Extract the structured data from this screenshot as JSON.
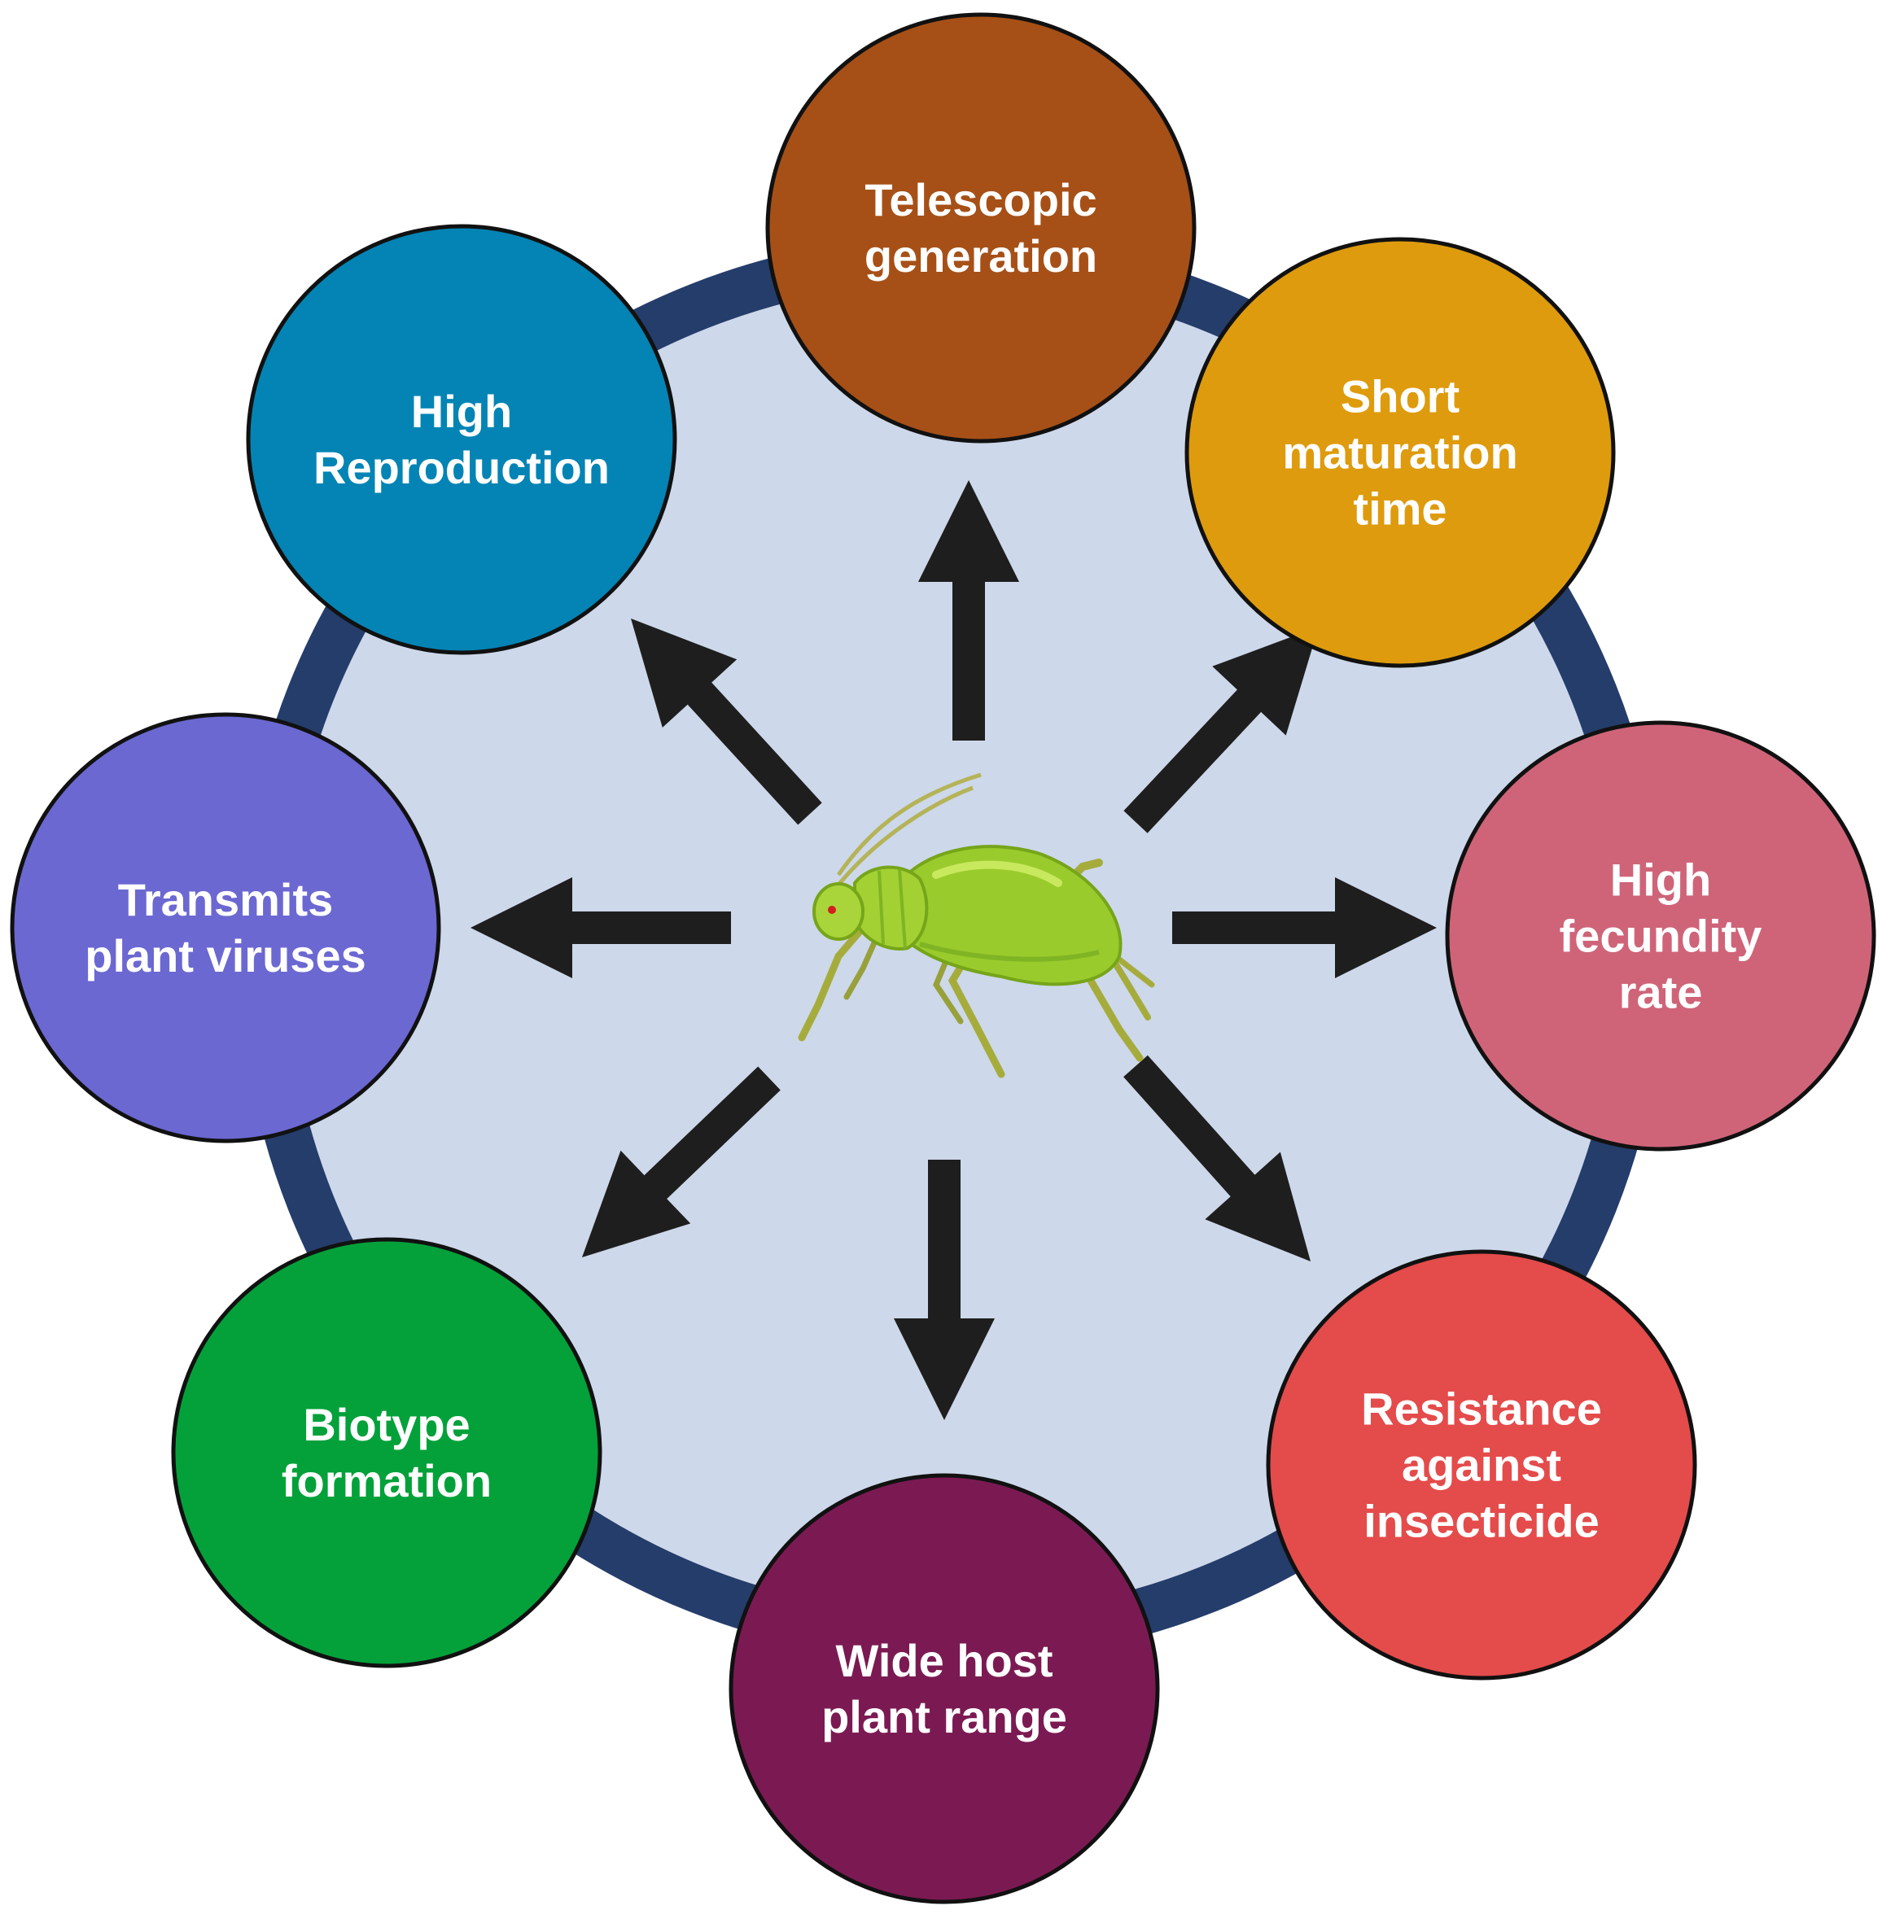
{
  "center": {
    "icon": "aphid-icon",
    "ring_color": "#253d6b",
    "fill_color": "#cdd8ea",
    "arrow_color": "#1e1e1e"
  },
  "nodes": [
    {
      "id": "telescopic-generation",
      "lines": [
        "Telescopic",
        "generation"
      ],
      "color": "#a65017"
    },
    {
      "id": "short-maturation-time",
      "lines": [
        "Short",
        "maturation",
        "time"
      ],
      "color": "#de9b0d"
    },
    {
      "id": "high-fecundity-rate",
      "lines": [
        "High",
        "fecundity",
        "rate"
      ],
      "color": "#cf6479"
    },
    {
      "id": "resistance-against-insecticide",
      "lines": [
        "Resistance",
        "against",
        "insecticide"
      ],
      "color": "#e44b4b"
    },
    {
      "id": "wide-host-plant-range",
      "lines": [
        "Wide host",
        "plant range"
      ],
      "color": "#7b1a52"
    },
    {
      "id": "biotype-formation",
      "lines": [
        "Biotype",
        "formation"
      ],
      "color": "#04a13a"
    },
    {
      "id": "transmits-plant-viruses",
      "lines": [
        "Transmits",
        "plant viruses"
      ],
      "color": "#6b68d2"
    },
    {
      "id": "high-reproduction",
      "lines": [
        "High",
        "Reproduction"
      ],
      "color": "#0484b4"
    }
  ]
}
